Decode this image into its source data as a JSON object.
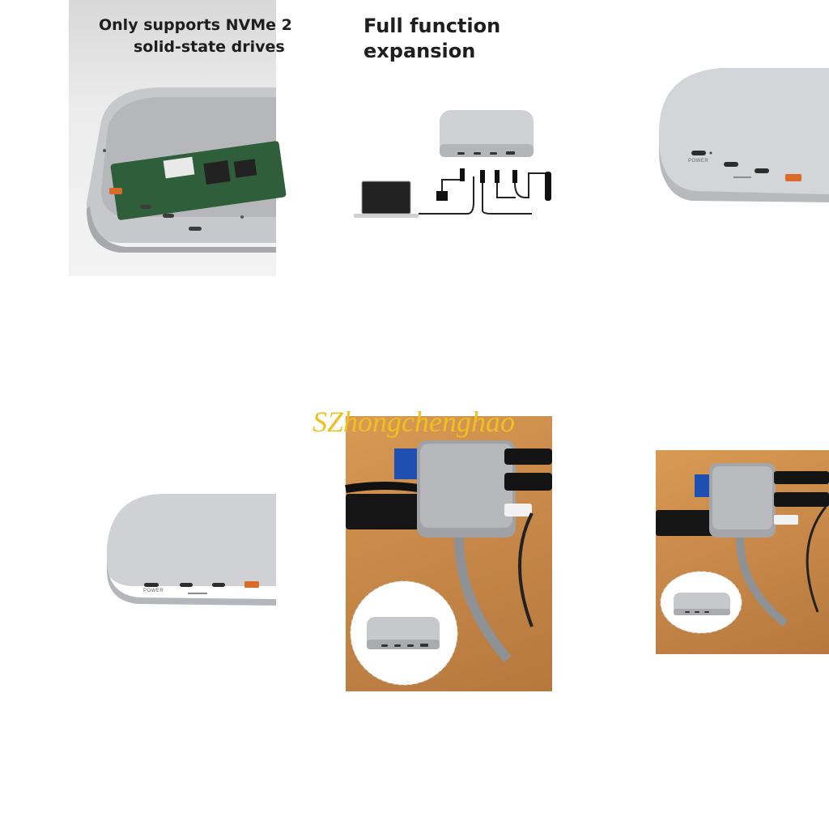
{
  "tiles": {
    "ssd": {
      "caption_line1": "Only supports NVMe 2",
      "caption_line2": "solid-state drives"
    },
    "expansion": {
      "caption_line1": "Full function",
      "caption_line2": "expansion"
    },
    "hub_closeup": {
      "port_label_power": "POWER"
    },
    "hub_front": {
      "port_label_power": "POWER"
    }
  },
  "watermark": "SZhongchenghao",
  "colors": {
    "aluminum": "#c9cbce",
    "aluminum_dark": "#9ea1a5",
    "desk_wood": "#c98a4a",
    "pcb_green": "#2f5e3a",
    "watermark": "#f0c020"
  }
}
